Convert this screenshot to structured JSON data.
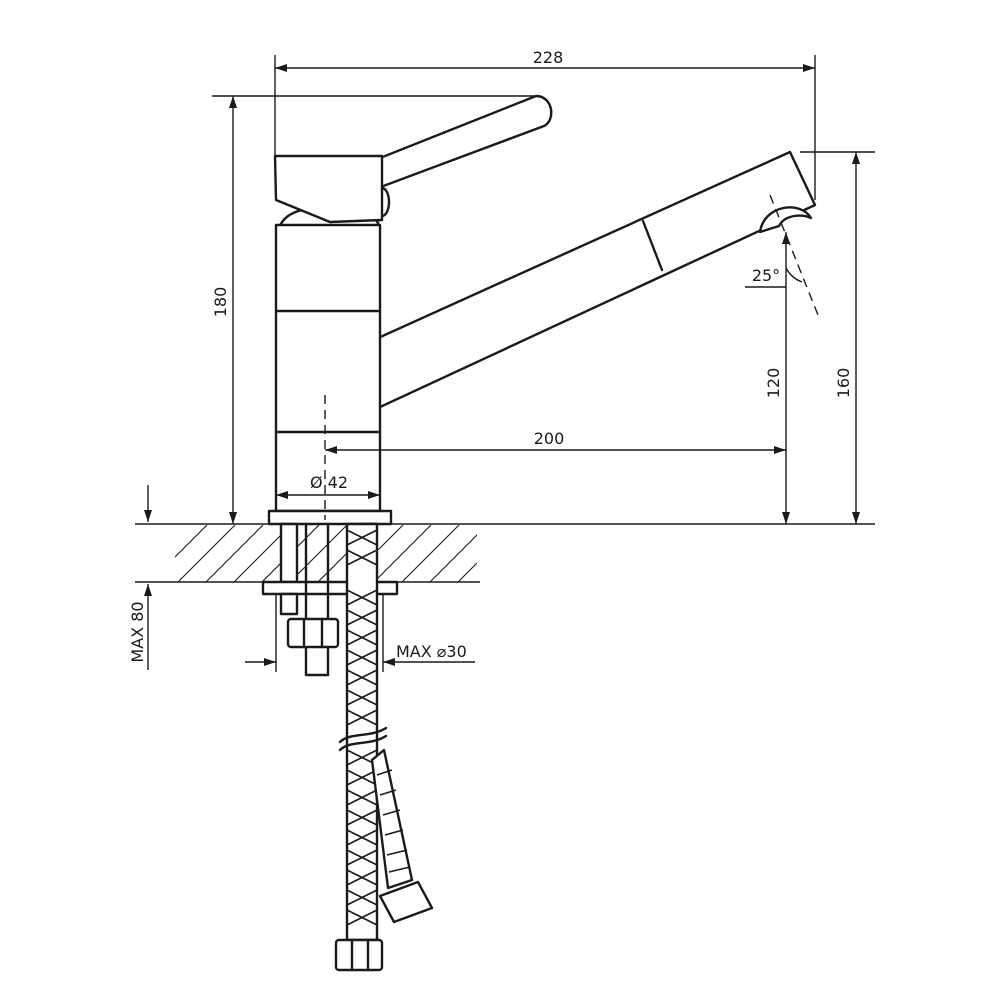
{
  "dimensions": {
    "overall_width": "228",
    "total_height": "180",
    "spout_height": "160",
    "outlet_height": "120",
    "spout_reach": "200",
    "body_diameter": "Ø 42",
    "spout_angle": "25°",
    "max_counter_thickness": "MAX 80",
    "max_hole_diameter": "MAX ⌀30"
  }
}
